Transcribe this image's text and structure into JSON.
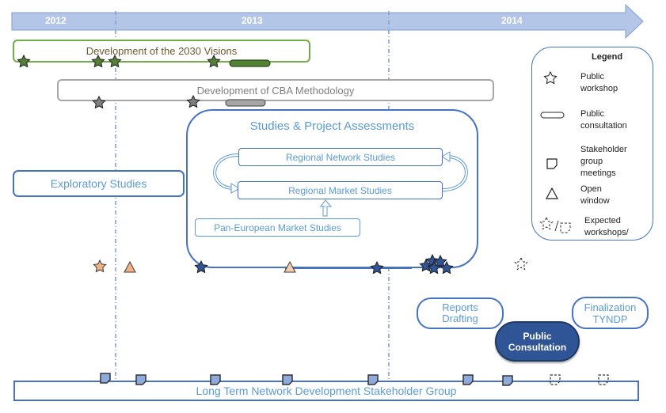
{
  "timeline": {
    "years": [
      "2012",
      "2013",
      "2014"
    ],
    "arrow_color": "#b4c6e7"
  },
  "phases": {
    "visions": {
      "label": "Development of the 2030 Visions",
      "border_color": "#70ad47",
      "text_color": "#6e5a2e"
    },
    "cba": {
      "label": "Development of CBA Methodology",
      "border_color": "#a6a6a6",
      "text_color": "#7f7f7f"
    },
    "studies": {
      "title": "Studies & Project Assessments",
      "regional_network": "Regional Network Studies",
      "regional_market": "Regional Market Studies",
      "pan_european": "Pan-European Market Studies"
    },
    "exploratory": {
      "label": "Exploratory Studies"
    },
    "reports": {
      "label_line1": "Reports",
      "label_line2": "Drafting"
    },
    "public_consultation": {
      "label_line1": "Public",
      "label_line2": "Consultation",
      "fill": "#2f5597"
    },
    "finalization": {
      "label_line1": "Finalization",
      "label_line2": "TYNDP"
    },
    "stakeholder_group": {
      "label": "Long Term Network Development Stakeholder Group"
    }
  },
  "legend": {
    "title": "Legend",
    "items": [
      {
        "icon": "star-outline-icon",
        "label_line1": "Public",
        "label_line2": "workshop"
      },
      {
        "icon": "pill-outline-icon",
        "label_line1": "Public",
        "label_line2": "consultation"
      },
      {
        "icon": "note-outline-icon",
        "label_line1": "Stakeholder",
        "label_line2": "group",
        "label_line3": "meetings"
      },
      {
        "icon": "triangle-outline-icon",
        "label_line1": "Open",
        "label_line2": "window"
      },
      {
        "icon": "expected-icon",
        "label_line1": "Expected",
        "label_line2": "workshops/"
      }
    ]
  },
  "colors": {
    "green_star": "#548235",
    "grey_star": "#7f7f7f",
    "blue_star": "#2f5597",
    "orange": "#f4b183",
    "note_fill": "#8faadc",
    "box_blue": "#4472c4",
    "text_blue": "#5b9bd5"
  }
}
